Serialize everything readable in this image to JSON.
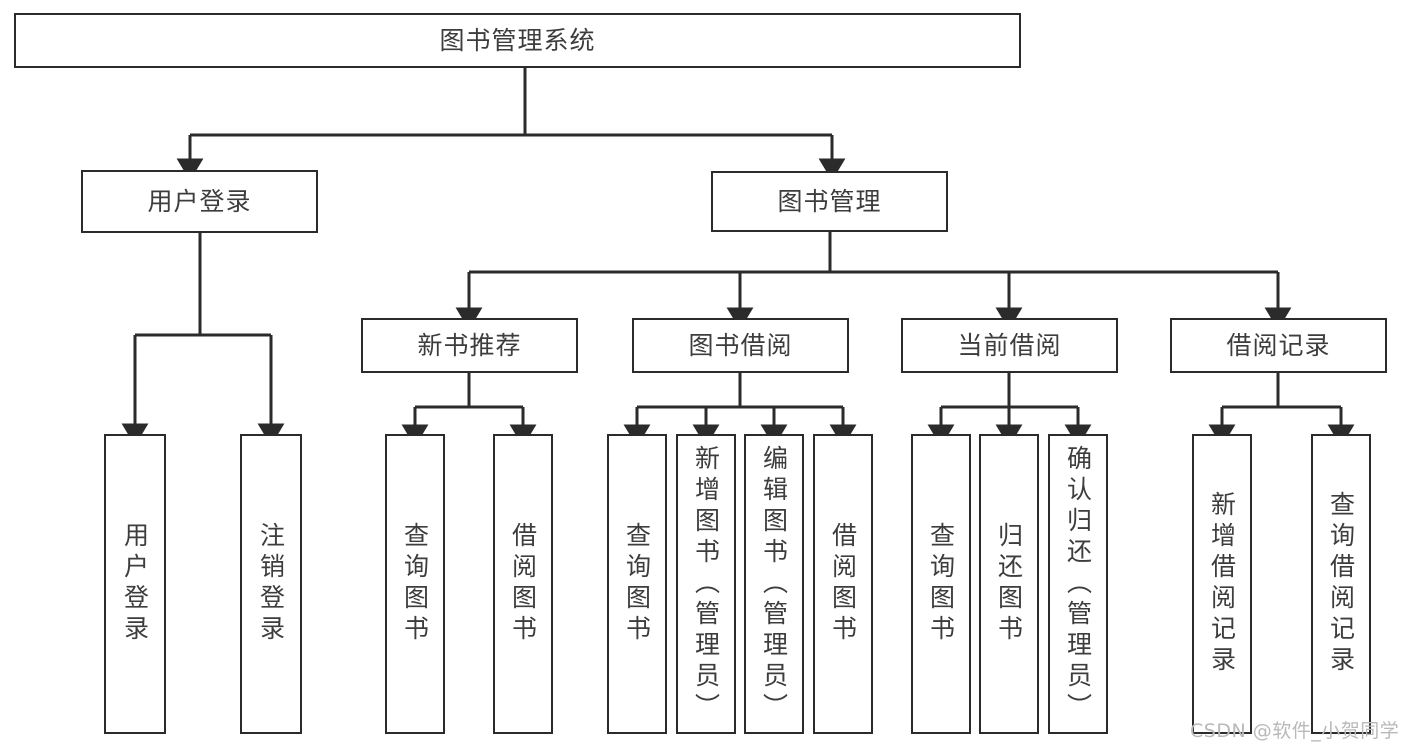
{
  "diagram": {
    "type": "tree",
    "title": "图书管理系统",
    "colors": {
      "box_border": "#2b2b2b",
      "box_fill": "#ffffff",
      "text": "#3d3d3d",
      "edge": "#2b2b2b",
      "watermark": "#b9b9b9",
      "background": "#ffffff"
    },
    "root": {
      "label": "图书管理系统"
    },
    "level2": [
      {
        "id": "user-login",
        "label": "用户登录"
      },
      {
        "id": "book-manage",
        "label": "图书管理"
      }
    ],
    "level3": [
      {
        "id": "new-book-recommend",
        "label": "新书推荐",
        "parent": "book-manage"
      },
      {
        "id": "book-borrow",
        "label": "图书借阅",
        "parent": "book-manage"
      },
      {
        "id": "current-borrow",
        "label": "当前借阅",
        "parent": "book-manage"
      },
      {
        "id": "borrow-record",
        "label": "借阅记录",
        "parent": "book-manage"
      }
    ],
    "leaves": {
      "user_login": [
        {
          "id": "leaf-user-login",
          "label": "用户登录"
        },
        {
          "id": "leaf-user-logout",
          "label": "注销登录"
        }
      ],
      "new_book_recommend": [
        {
          "id": "leaf-query-book-1",
          "label": "查询图书"
        },
        {
          "id": "leaf-borrow-book-1",
          "label": "借阅图书"
        }
      ],
      "book_borrow": [
        {
          "id": "leaf-query-book-2",
          "label": "查询图书"
        },
        {
          "id": "leaf-add-book",
          "label": "新增图书（管理员）"
        },
        {
          "id": "leaf-edit-book",
          "label": "编辑图书（管理员）"
        },
        {
          "id": "leaf-borrow-book-2",
          "label": "借阅图书"
        }
      ],
      "current_borrow": [
        {
          "id": "leaf-query-book-3",
          "label": "查询图书"
        },
        {
          "id": "leaf-return-book",
          "label": "归还图书"
        },
        {
          "id": "leaf-confirm-return",
          "label": "确认归还（管理员）"
        }
      ],
      "borrow_record": [
        {
          "id": "leaf-add-record",
          "label": "新增借阅记录"
        },
        {
          "id": "leaf-query-record",
          "label": "查询借阅记录"
        }
      ]
    },
    "watermark": "CSDN @软件_小贺同学"
  }
}
